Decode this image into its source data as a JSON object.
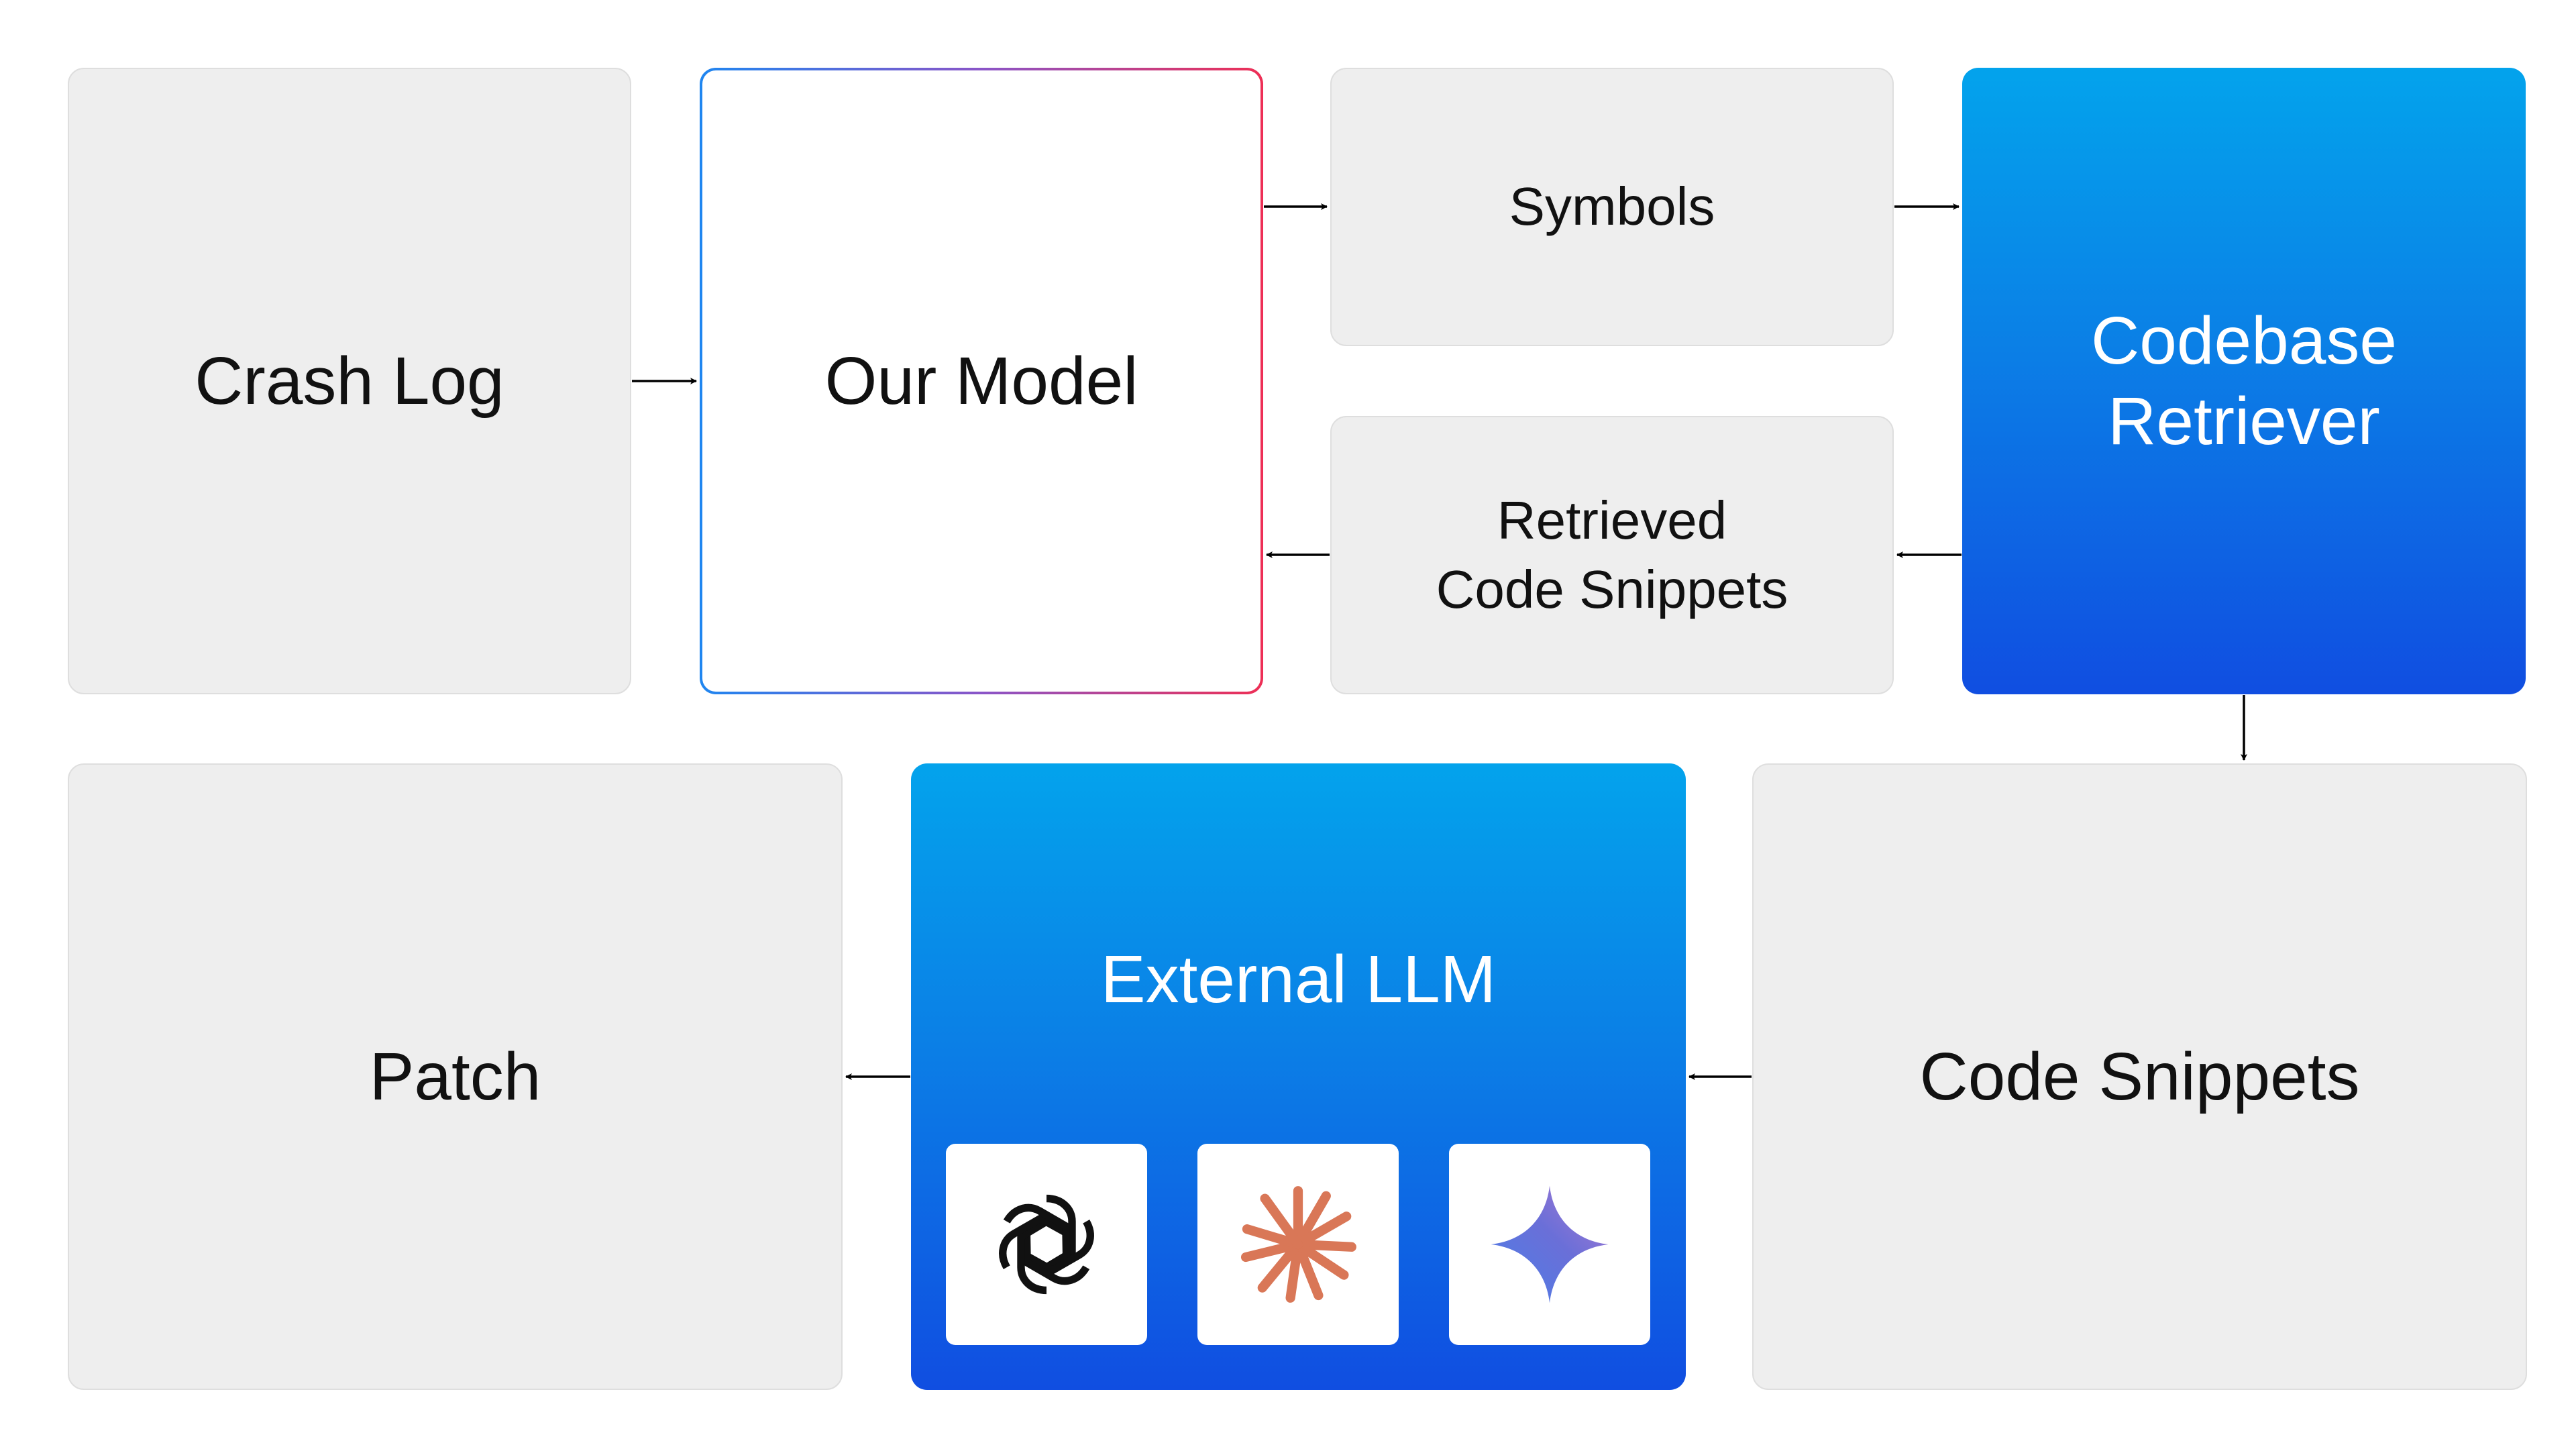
{
  "nodes": {
    "crash_log": "Crash Log",
    "our_model": "Our Model",
    "symbols": "Symbols",
    "retrieved_snippets": "Retrieved\nCode Snippets",
    "codebase_retriever": "Codebase\nRetriever",
    "patch": "Patch",
    "external_llm": "External LLM",
    "code_snippets": "Code Snippets"
  },
  "llm_logos": [
    {
      "icon": "openai-logo-icon"
    },
    {
      "icon": "anthropic-claude-logo-icon",
      "color": "#d97757"
    },
    {
      "icon": "google-gemini-logo-icon"
    }
  ],
  "colors": {
    "box_grey": "#eeeeee",
    "gradient_blue_top": "#03a3ec",
    "gradient_blue_bottom": "#104ee1",
    "model_border_left": "#1f86f0",
    "model_border_right": "#ee2f55"
  },
  "edges": [
    {
      "from": "Crash Log",
      "to": "Our Model"
    },
    {
      "from": "Our Model",
      "to": "Symbols"
    },
    {
      "from": "Symbols",
      "to": "Codebase Retriever"
    },
    {
      "from": "Codebase Retriever",
      "to": "Retrieved Code Snippets"
    },
    {
      "from": "Retrieved Code Snippets",
      "to": "Our Model"
    },
    {
      "from": "Codebase Retriever",
      "to": "Code Snippets"
    },
    {
      "from": "Code Snippets",
      "to": "External LLM"
    },
    {
      "from": "External LLM",
      "to": "Patch"
    }
  ]
}
